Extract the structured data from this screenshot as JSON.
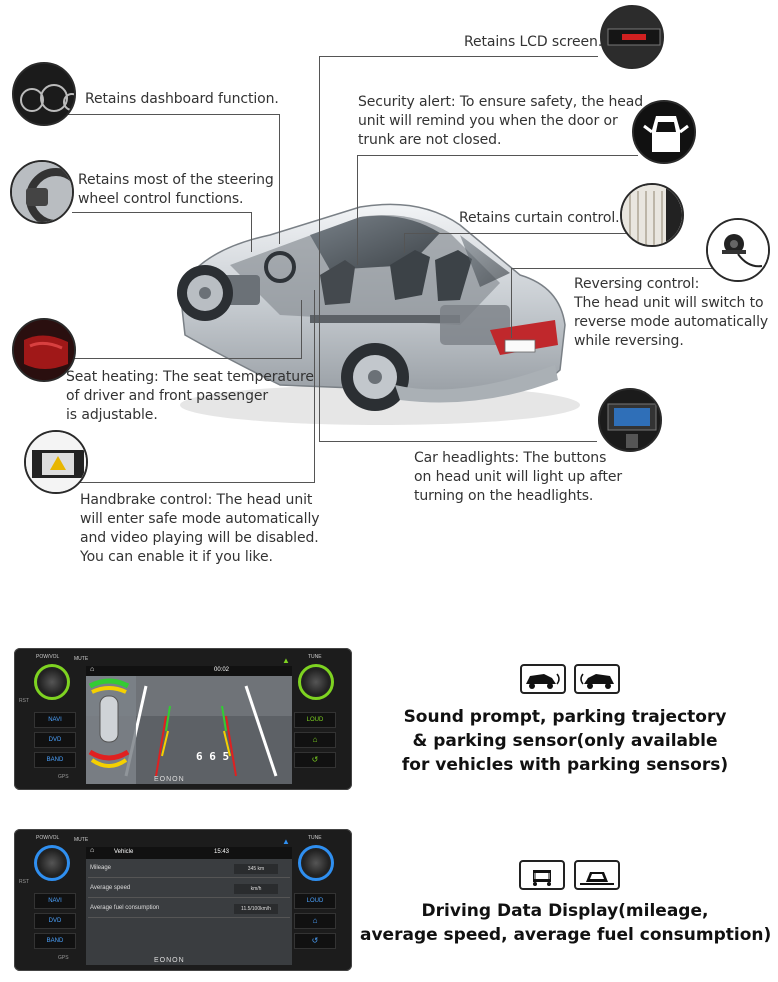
{
  "callouts": {
    "lcd": [
      "Retains LCD screen."
    ],
    "dashboard": [
      "Retains dashboard function."
    ],
    "security": [
      "Security alert: To ensure safety, the head",
      "unit will remind you when the door or",
      "trunk are not closed."
    ],
    "steering": [
      "Retains most of the steering",
      "wheel control functions."
    ],
    "curtain": [
      "Retains curtain control."
    ],
    "reversing": [
      "Reversing control:",
      "The head unit will switch to",
      "reverse mode automatically",
      "while reversing."
    ],
    "seat": [
      "Seat heating: The seat temperature",
      "of driver and front passenger",
      "is adjustable."
    ],
    "headlights": [
      "Car headlights: The buttons",
      "on head unit will light up after",
      "turning on the headlights."
    ],
    "handbrake": [
      "Handbrake control: The head unit",
      "will enter safe mode automatically",
      "and video playing will be disabled.",
      "You can enable it if you like."
    ]
  },
  "unit1": {
    "left_top": "POW/VOL",
    "mute": "MUTE",
    "tune": "TUNE",
    "rst": "RST",
    "left_buttons": [
      "NAVI",
      "DVD",
      "BAND"
    ],
    "right_buttons": [
      "LOUD",
      "⌂",
      "↺"
    ],
    "gps": "GPS",
    "time": "00:02",
    "road_number": "6 6 5",
    "brand": "EONON"
  },
  "unit2": {
    "left_top": "POW/VOL",
    "mute": "MUTE",
    "tune": "TUNE",
    "rst": "RST",
    "left_buttons": [
      "NAVI",
      "DVD",
      "BAND"
    ],
    "right_buttons": [
      "LOUD",
      "⌂",
      "↺"
    ],
    "gps": "GPS",
    "screen_title": "Vehicle",
    "time": "15:43",
    "rows": [
      {
        "label": "Mileage",
        "value": "345 km"
      },
      {
        "label": "Average speed",
        "value": "km/h"
      },
      {
        "label": "Average fuel consumption",
        "value": "11.5/100km/h"
      }
    ],
    "brand": "EONON"
  },
  "feature1": {
    "lines": [
      "Sound prompt, parking trajectory",
      "& parking sensor(only available",
      "for vehicles with parking sensors)"
    ]
  },
  "feature2": {
    "lines": [
      "Driving Data Display(mileage,",
      "average speed, average fuel consumption)"
    ]
  },
  "colors": {
    "knob_ring_1": "#7ed321",
    "knob_ring_2": "#2f8ff0",
    "unit_body": "#1c1c1c",
    "sensor_green": "#33cc33",
    "sensor_yellow": "#f5d000",
    "sensor_red": "#e02020"
  }
}
